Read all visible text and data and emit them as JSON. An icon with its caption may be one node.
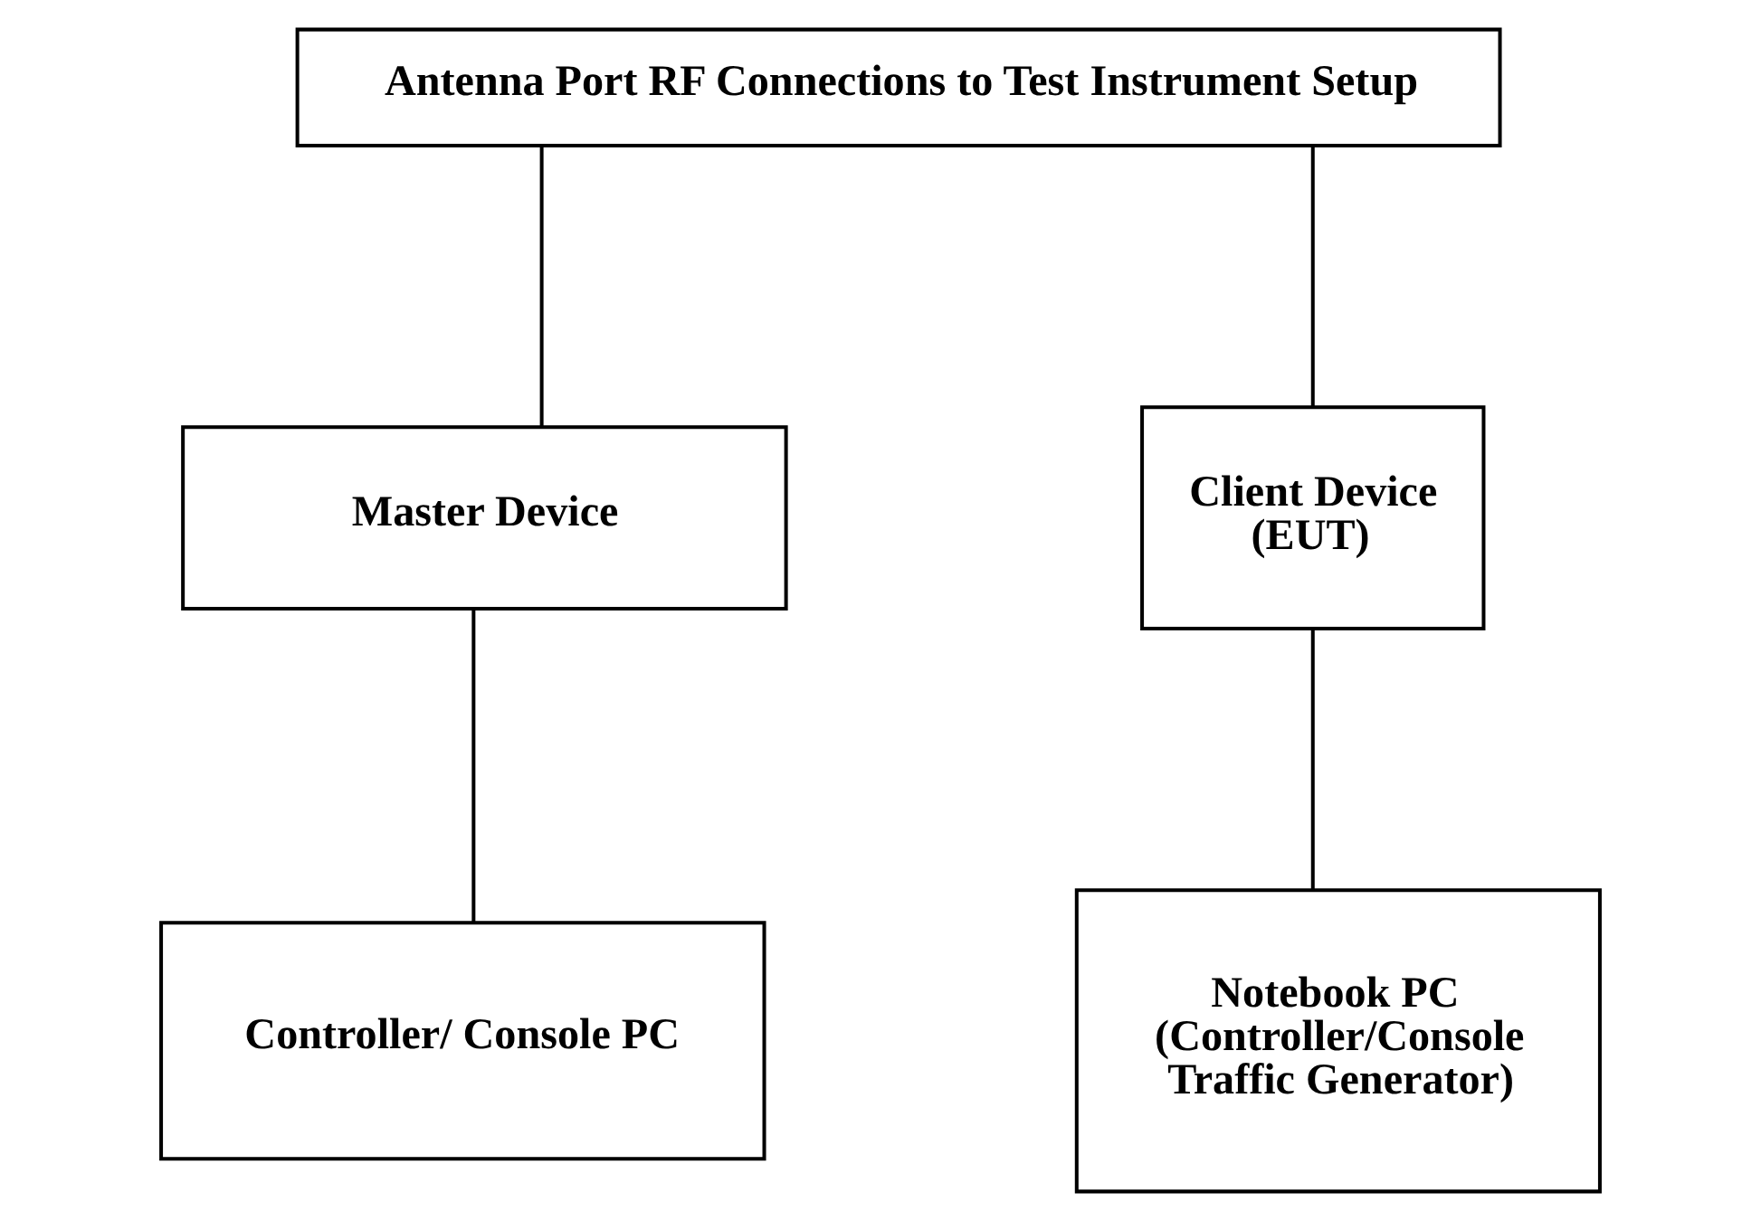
{
  "diagram": {
    "nodes": [
      {
        "text": [
          "Antenna Port RF Connections to Test Instrument Setup"
        ]
      },
      {
        "text": [
          "Master Device"
        ]
      },
      {
        "text": [
          "Client Device (EUT)"
        ]
      },
      {
        "text": [
          "Controller/ Console PC"
        ]
      },
      {
        "text": [
          "Notebook PC (Controller/Console Traffic Generator)"
        ]
      }
    ],
    "edges": [
      {
        "from": 0,
        "to": 1,
        "arrow": "none"
      },
      {
        "from": 0,
        "to": 2,
        "arrow": "none"
      },
      {
        "from": 1,
        "to": 3,
        "arrow": "none"
      },
      {
        "from": 2,
        "to": 4,
        "arrow": "none"
      }
    ]
  }
}
